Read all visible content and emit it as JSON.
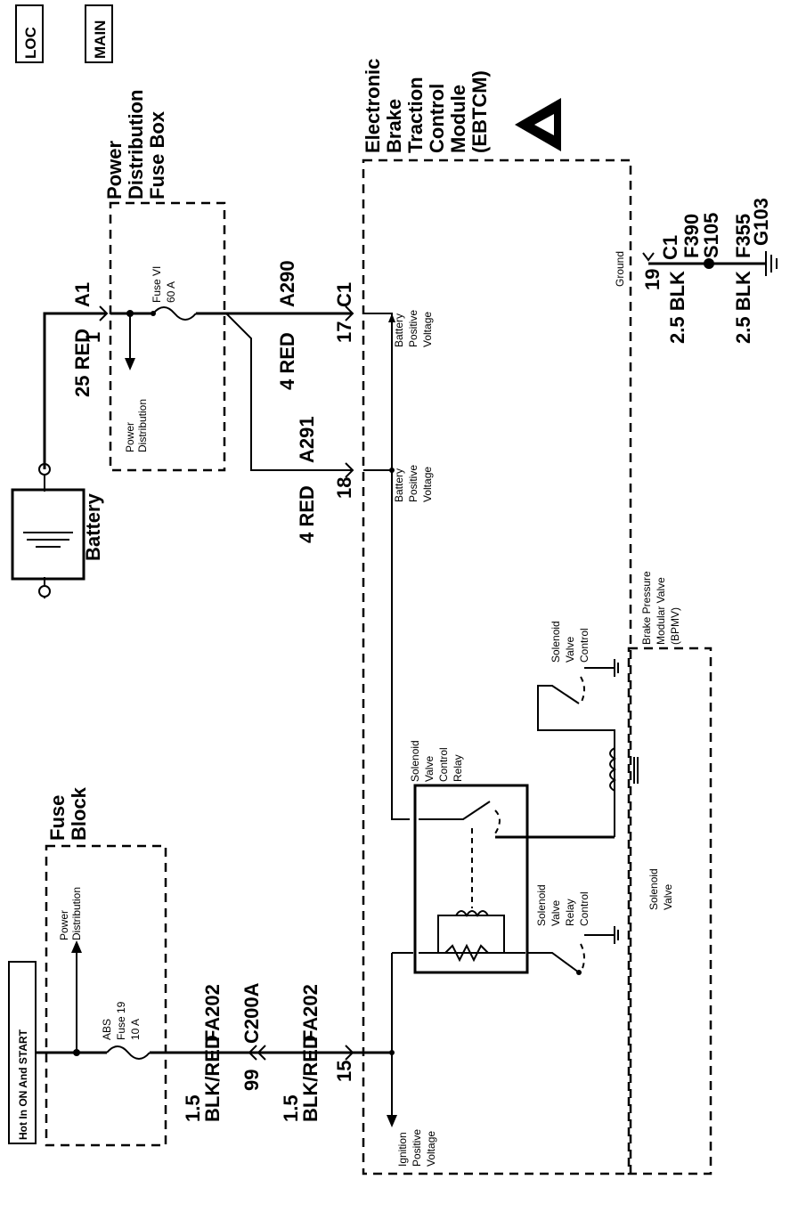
{
  "badges": {
    "loc": "LOC",
    "main": "MAIN",
    "hot": "Hot In ON And START"
  },
  "battery": {
    "label": "Battery"
  },
  "pdfb": {
    "title": "Power Distribution Fuse Box",
    "fuse": "Fuse VI 60 A",
    "sublabel": "Power Distribution"
  },
  "fuseblock": {
    "title": "Fuse Block",
    "fuse": "ABS Fuse 19 10 A",
    "sublabel": "Power Distribution"
  },
  "ebtcm": {
    "title": "Electronic Brake Traction Control Module (EBTCM)",
    "batt1": "Battery Positive Voltage",
    "batt2": "Battery Positive Voltage",
    "ign": "Ignition Positive Voltage",
    "relay": "Solenoid Valve Control Relay",
    "relay_ctrl": "Solenoid Valve Relay Control",
    "valve_ctrl": "Solenoid Valve Control",
    "solenoid": "Solenoid Valve",
    "ground": "Ground"
  },
  "bpmv": {
    "title": "Brake Pressure Modular Valve (BPMV)"
  },
  "wires": {
    "batt_size_color": "25 RED",
    "batt_pin": "1",
    "batt_conn": "A1",
    "a290_size_color": "4 RED",
    "a290_circuit": "A290",
    "a291_size_color": "4 RED",
    "a291_circuit": "A291",
    "pin17": "17",
    "pin18": "18",
    "conn_c1": "C1",
    "fa202_size": "1.5",
    "fa202_color": "BLK/RED",
    "fa202_circuit": "FA202",
    "c200a_pin": "99",
    "c200a_conn": "C200A",
    "fa202b_size": "1.5",
    "fa202b_color": "BLK/RED",
    "fa202b_circuit": "FA202",
    "pin15": "15",
    "gnd_pin": "19",
    "gnd_conn": "C1",
    "gnd_circuit1": "F390",
    "gnd_size1": "2.5 BLK",
    "splice": "S105",
    "gnd_circuit2": "F355",
    "gnd_size2": "2.5 BLK",
    "ground_point": "G103"
  }
}
